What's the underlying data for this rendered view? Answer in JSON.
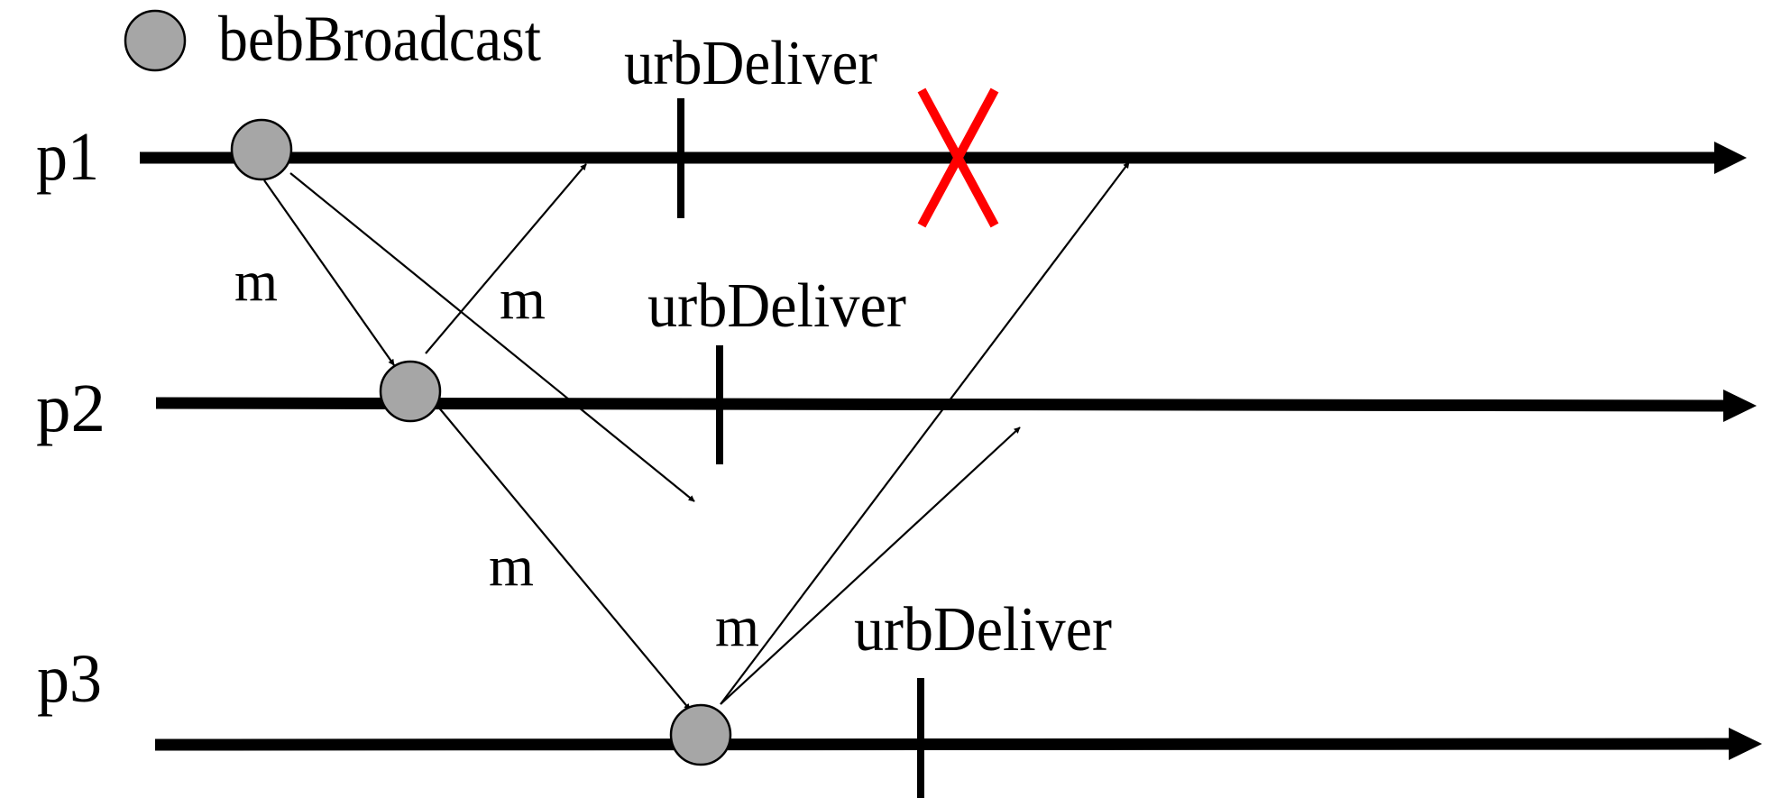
{
  "diagram": {
    "title": "Uniform reliable broadcast execution",
    "legend": {
      "icon": "gray-circle-icon",
      "label": "bebBroadcast"
    },
    "processes": [
      {
        "id": "p1",
        "label": "p1",
        "crashed": true
      },
      {
        "id": "p2",
        "label": "p2",
        "crashed": false
      },
      {
        "id": "p3",
        "label": "p3",
        "crashed": false
      }
    ],
    "deliver_labels": [
      {
        "process": "p1",
        "text": "urbDeliver"
      },
      {
        "process": "p2",
        "text": "urbDeliver"
      },
      {
        "process": "p3",
        "text": "urbDeliver"
      }
    ],
    "message_labels": [
      {
        "text": "m",
        "between": "p1-p2 (p1 to p2)"
      },
      {
        "text": "m",
        "between": "p1-p2 (p2 to p1)"
      },
      {
        "text": "m",
        "between": "p2-p3 (p2 to p3)"
      },
      {
        "text": "m",
        "between": "p3 outgoing"
      }
    ],
    "messages": [
      {
        "from": "p1",
        "to": "p2",
        "label": "m",
        "delivered": true
      },
      {
        "from": "p1",
        "to": "p3",
        "label": "m",
        "delivered": false
      },
      {
        "from": "p2",
        "to": "p1",
        "label": "m",
        "delivered": true
      },
      {
        "from": "p2",
        "to": "p3",
        "label": "m",
        "delivered": true
      },
      {
        "from": "p3",
        "to": "p1",
        "label": "m",
        "delivered": false
      },
      {
        "from": "p3",
        "to": "p2",
        "label": "m",
        "delivered": false
      }
    ],
    "crash_marker": {
      "process": "p1",
      "icon": "red-x-icon",
      "color": "#ff0000"
    },
    "colors": {
      "event_fill": "#a6a6a6",
      "line": "#000000",
      "crash": "#ff0000"
    }
  }
}
